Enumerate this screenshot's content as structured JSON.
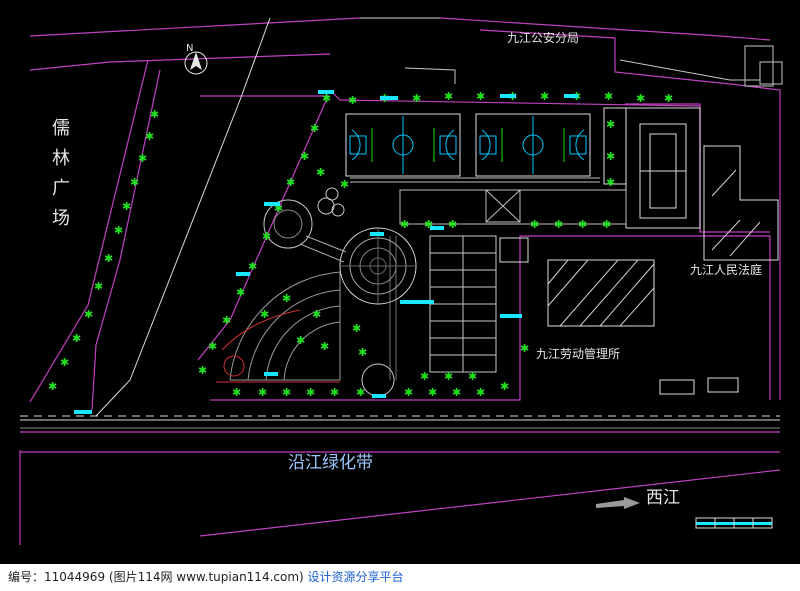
{
  "plan": {
    "north_mark": "N",
    "labels": {
      "police": "九江公安分局",
      "court": "九江人民法庭",
      "labor": "九江劳动管理所",
      "greenbelt": "沿江绿化带",
      "river": "西江",
      "plaza": [
        "儒",
        "林",
        "广",
        "场"
      ]
    },
    "colors": {
      "background": "#000000",
      "boundary": "#c040c0",
      "road": "#ffffff",
      "court_lines": "#00c8ff",
      "trees": "#22e022",
      "building": "#ffffff",
      "label_text": "#e6e6e6",
      "road_label": "#9cc8ff",
      "cyan_marks": "#19e6ff"
    }
  },
  "footer": {
    "prefix": "编号：11044969 (图片114网 www.tupian114.com)",
    "tagline": "设计资源分享平台"
  }
}
